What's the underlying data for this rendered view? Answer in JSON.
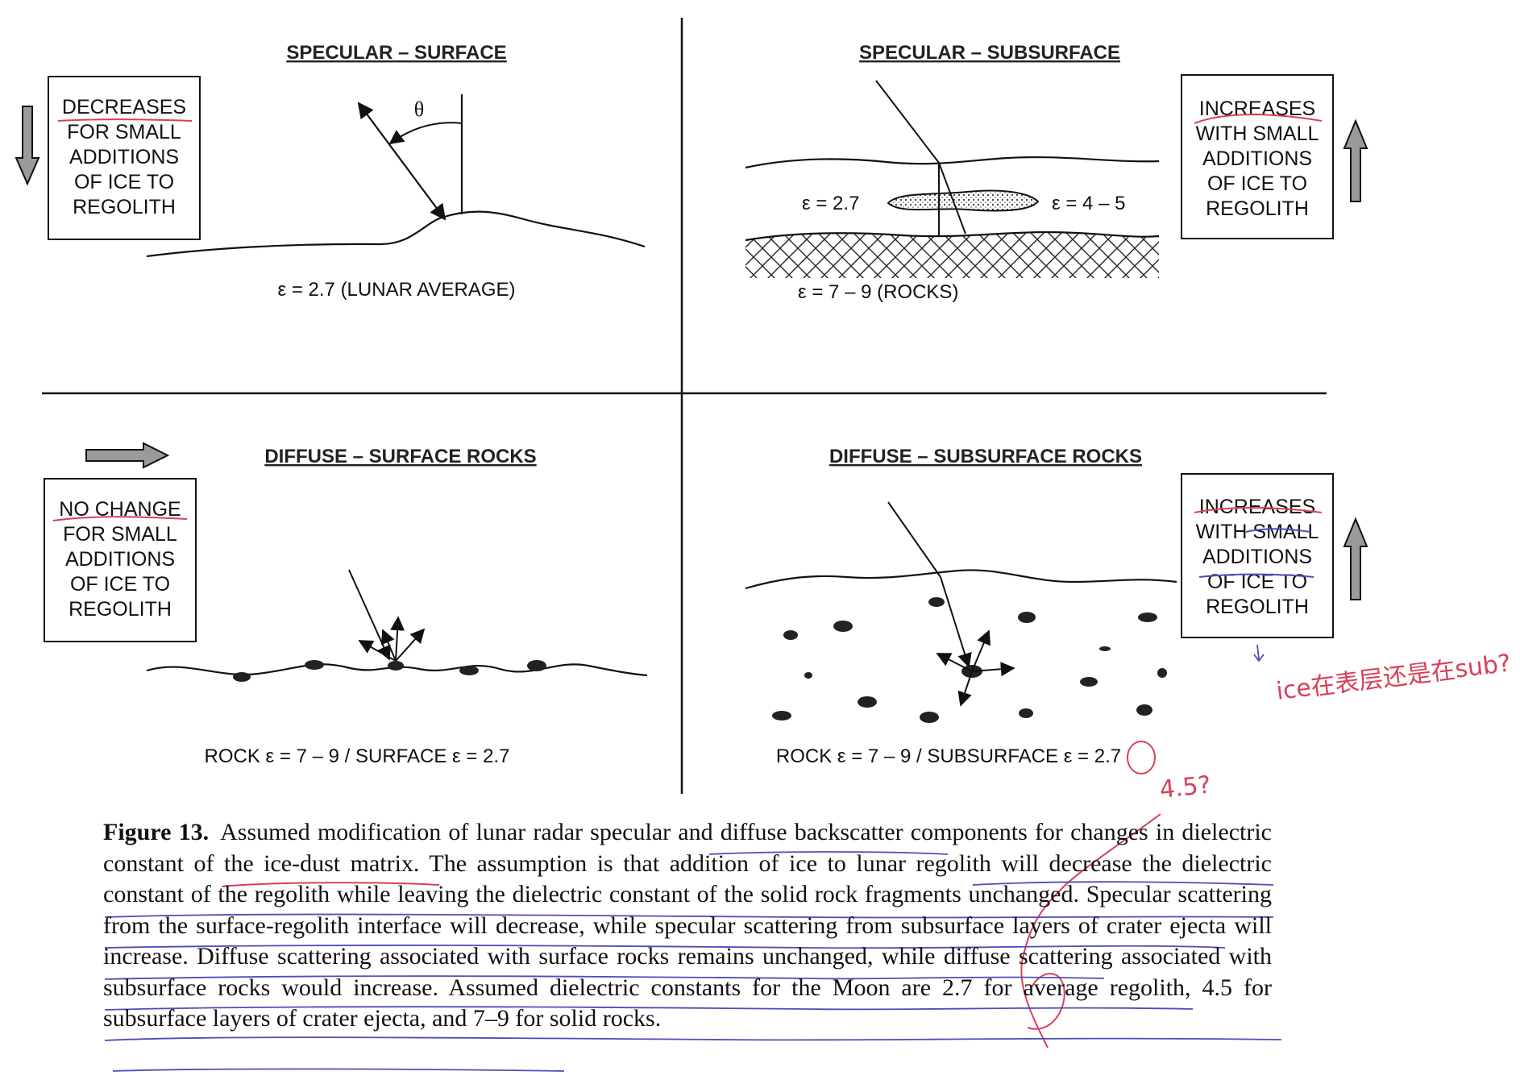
{
  "panels": {
    "specular_surface": {
      "title": "SPECULAR – SURFACE",
      "box_lines": [
        "DECREASES",
        "FOR SMALL",
        "ADDITIONS",
        "OF ICE TO",
        "REGOLITH"
      ],
      "angle_symbol": "θ",
      "epsilon_label": "ε = 2.7 (LUNAR AVERAGE)"
    },
    "specular_subsurface": {
      "title": "SPECULAR – SUBSURFACE",
      "box_lines": [
        "INCREASES",
        "WITH SMALL",
        "ADDITIONS",
        "OF ICE TO",
        "REGOLITH"
      ],
      "epsilon_left": "ε = 2.7",
      "epsilon_lens": "ε = 4 – 5",
      "epsilon_rocks": "ε = 7 – 9 (ROCKS)"
    },
    "diffuse_surface": {
      "title": "DIFFUSE – SURFACE ROCKS",
      "box_lines": [
        "NO CHANGE",
        "FOR SMALL",
        "ADDITIONS",
        "OF ICE TO",
        "REGOLITH"
      ],
      "epsilon_label": "ROCK ε = 7 – 9  /  SURFACE ε = 2.7"
    },
    "diffuse_subsurface": {
      "title": "DIFFUSE – SUBSURFACE ROCKS",
      "box_lines": [
        "INCREASES",
        "WITH SMALL",
        "ADDITIONS",
        "OF ICE TO",
        "REGOLITH"
      ],
      "epsilon_label": "ROCK ε = 7 – 9  /  SUBSURFACE ε = 2.7"
    }
  },
  "annotations": {
    "note_ice": "ice在表层还是在sub?",
    "note_value": "4.5?"
  },
  "caption": {
    "label": "Figure 13.",
    "text": "Assumed modification of lunar radar specular and diffuse backscatter components for changes in dielectric constant of the ice-dust matrix. The assumption is that addition of ice to lunar regolith will decrease the dielectric constant of the regolith while leaving the dielectric constant of the solid rock fragments unchanged. Specular scattering from the surface-regolith interface will decrease, while specular scattering from subsurface layers of crater ejecta will increase. Diffuse scattering associated with surface rocks remains unchanged, while diffuse scattering associated with subsurface rocks would increase. Assumed dielectric constants for the Moon are 2.7 for average regolith, 4.5 for subsurface layers of crater ejecta, and 7–9 for solid rocks."
  },
  "colors": {
    "ink": "#111111",
    "red_pen": "#d8405a",
    "blue_pen": "#4b4fb8",
    "arrow_fill": "#9a9a9a"
  }
}
